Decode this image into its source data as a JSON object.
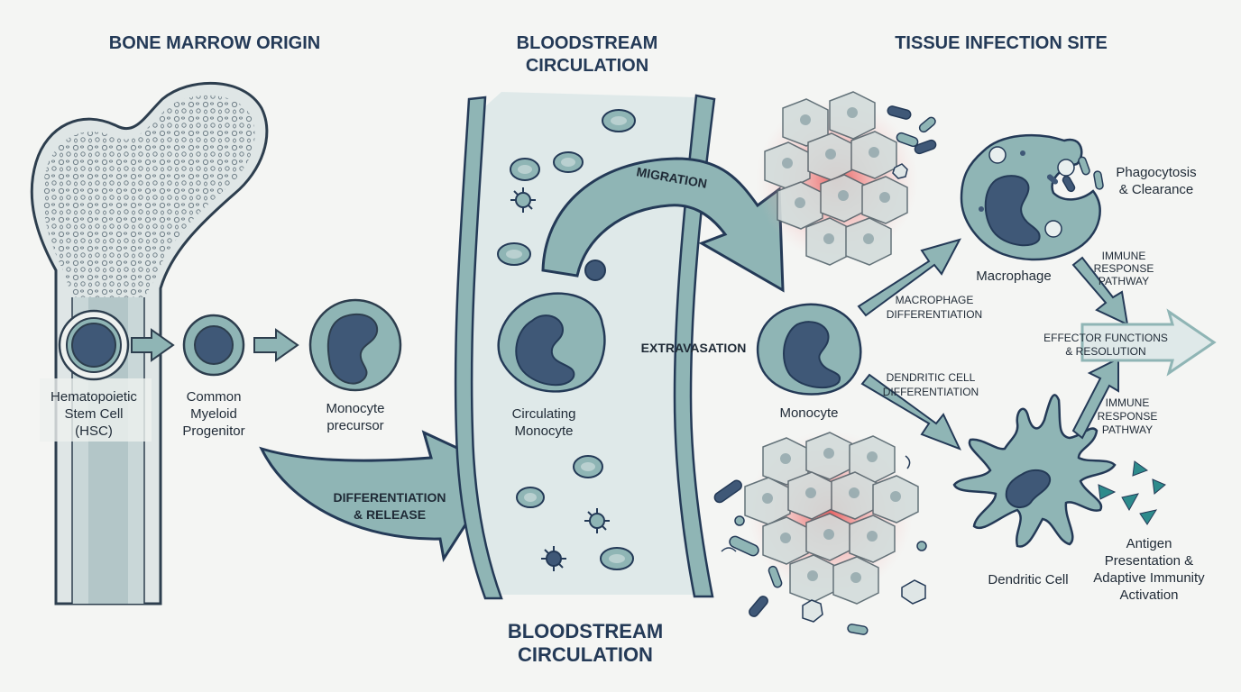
{
  "headings": {
    "bone_marrow": "BONE MARROW ORIGIN",
    "bloodstream_top": [
      "BLOODSTREAM",
      "CIRCULATION"
    ],
    "bloodstream_bottom": [
      "BLOODSTREAM",
      "CIRCULATION"
    ],
    "tissue": "TISSUE INFECTION SITE"
  },
  "cells": {
    "hsc": [
      "Hematopoietic",
      "Stem Cell",
      "(HSC)"
    ],
    "cmp": [
      "Common",
      "Myeloid",
      "Progenitor"
    ],
    "precursor": [
      "Monocyte",
      "precursor"
    ],
    "circulating": [
      "Circulating",
      "Monocyte"
    ],
    "monocyte": "Monocyte",
    "macrophage": "Macrophage",
    "dendritic": "Dendritic Cell"
  },
  "arrows": {
    "differentiation": [
      "DIFFERENTIATION",
      "& RELEASE"
    ],
    "migration": "MIGRATION",
    "extravasation": "EXTRAVASATION",
    "macrophage_diff": [
      "MACROPHAGE",
      "DIFFERENTIATION"
    ],
    "dendritic_diff": [
      "DENDRITIC CELL",
      "DIFFERENTIATION"
    ],
    "immune_top": [
      "IMMUNE",
      "RESPONSE",
      "PATHWAY"
    ],
    "immune_bottom": [
      "IMMUNE",
      "RESPONSE",
      "PATHWAY"
    ],
    "effector": [
      "EFFECTOR FUNCTIONS",
      "& RESOLUTION"
    ]
  },
  "outcomes": {
    "phagocytosis": [
      "Phagocytosis",
      "& Clearance"
    ],
    "antigen": [
      "Antigen",
      "Presentation &",
      "Adaptive Immunity",
      "Activation"
    ]
  },
  "colors": {
    "navy": "#243a57",
    "teal": "#8fb5b5",
    "cell_fill": "#9dbdbe",
    "nucleus": "#3f5877",
    "vessel": "#dfe9e9",
    "infection": "#e84a4a"
  }
}
